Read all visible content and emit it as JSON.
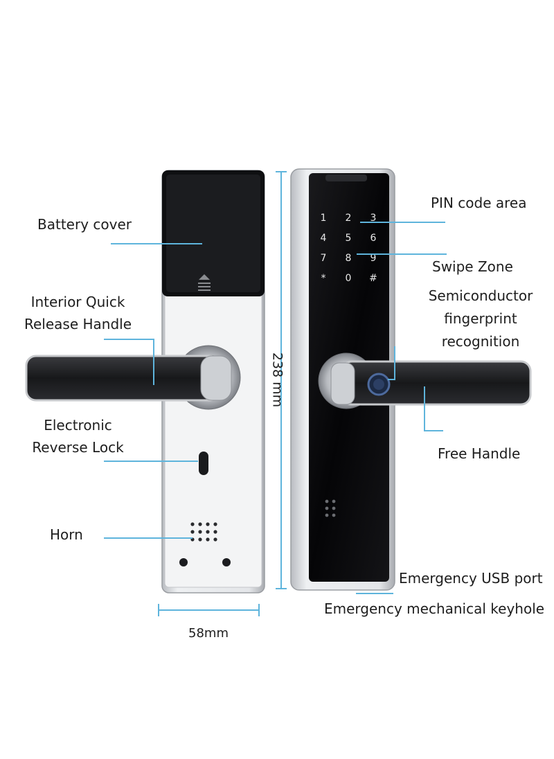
{
  "labels": {
    "battery_cover": "Battery cover",
    "interior_handle_1": "Interior Quick",
    "interior_handle_2": "Release Handle",
    "reverse_lock_1": "Electronic",
    "reverse_lock_2": "Reverse Lock",
    "horn": "Horn",
    "pin_code": "PIN code area",
    "swipe_zone": "Swipe Zone",
    "fingerprint_1": "Semiconductor",
    "fingerprint_2": "fingerprint",
    "fingerprint_3": "recognition",
    "free_handle": "Free Handle",
    "usb_port": "Emergency USB port",
    "keyhole": "Emergency mechanical keyhole"
  },
  "dimensions": {
    "height": "238 mm",
    "width": "58mm"
  },
  "keypad": [
    "1",
    "2",
    "3",
    "4",
    "5",
    "6",
    "7",
    "8",
    "9",
    "*",
    "0",
    "#"
  ],
  "colors": {
    "accent_line": "#5eb4dc",
    "panel_black": "#0d0d0f",
    "silver": "#c9cbcf"
  }
}
